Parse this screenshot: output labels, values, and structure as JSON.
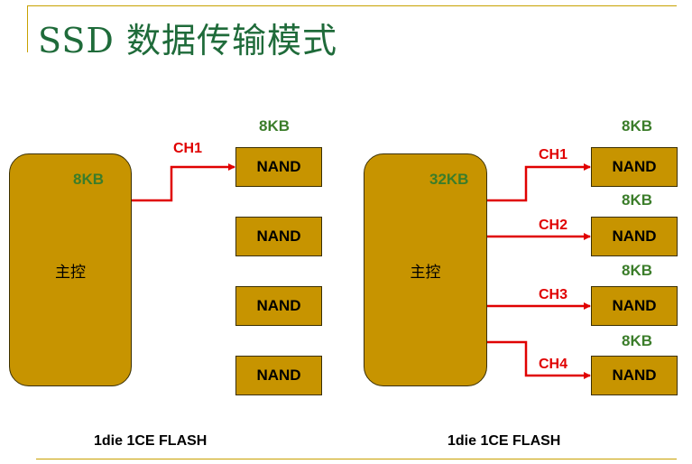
{
  "slide": {
    "title": "SSD 数据传输模式"
  },
  "left": {
    "controller_label": "主控",
    "buffer": "8KB",
    "top_nand_kb": "8KB",
    "channel": "CH1",
    "nands": [
      "NAND",
      "NAND",
      "NAND",
      "NAND"
    ],
    "caption": "1die 1CE FLASH"
  },
  "right": {
    "controller_label": "主控",
    "buffer": "32KB",
    "channels": [
      "CH1",
      "CH2",
      "CH3",
      "CH4"
    ],
    "nand_kbs": [
      "8KB",
      "8KB",
      "8KB",
      "8KB"
    ],
    "nands": [
      "NAND",
      "NAND",
      "NAND",
      "NAND"
    ],
    "caption": "1die 1CE FLASH"
  },
  "colors": {
    "box_fill": "#c79400",
    "title": "#1f6b3a",
    "kb_text": "#3b7d2a",
    "channel": "#e00000"
  }
}
